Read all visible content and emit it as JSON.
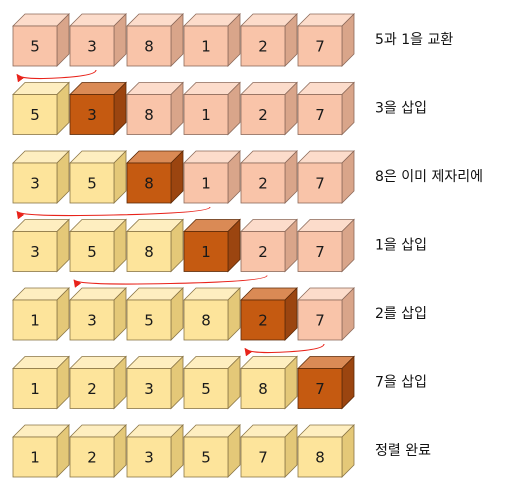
{
  "colors": {
    "sorted": {
      "front": "#fde49b",
      "top": "#feeec0",
      "side": "#e4c878",
      "stroke": "#8a7546"
    },
    "unsorted": {
      "front": "#f9c4a9",
      "top": "#fcdccb",
      "side": "#d9a58a",
      "stroke": "#8c6a5a"
    },
    "active": {
      "front": "#c55a11",
      "top": "#da8a55",
      "side": "#9b4510",
      "stroke": "#5c2a08"
    },
    "arrow": "#e8231b"
  },
  "steps": [
    {
      "label": "5과 1을 교환",
      "cubes": [
        {
          "value": "5",
          "state": "unsorted"
        },
        {
          "value": "3",
          "state": "unsorted"
        },
        {
          "value": "8",
          "state": "unsorted"
        },
        {
          "value": "1",
          "state": "unsorted"
        },
        {
          "value": "2",
          "state": "unsorted"
        },
        {
          "value": "7",
          "state": "unsorted"
        }
      ],
      "arrow": {
        "from": 1,
        "to": 0
      }
    },
    {
      "label": "3을 삽입",
      "cubes": [
        {
          "value": "5",
          "state": "sorted"
        },
        {
          "value": "3",
          "state": "active"
        },
        {
          "value": "8",
          "state": "unsorted"
        },
        {
          "value": "1",
          "state": "unsorted"
        },
        {
          "value": "2",
          "state": "unsorted"
        },
        {
          "value": "7",
          "state": "unsorted"
        }
      ],
      "arrow": null
    },
    {
      "label": "8은 이미 제자리에",
      "cubes": [
        {
          "value": "3",
          "state": "sorted"
        },
        {
          "value": "5",
          "state": "sorted"
        },
        {
          "value": "8",
          "state": "active"
        },
        {
          "value": "1",
          "state": "unsorted"
        },
        {
          "value": "2",
          "state": "unsorted"
        },
        {
          "value": "7",
          "state": "unsorted"
        }
      ],
      "arrow": {
        "from": 3,
        "to": 0
      }
    },
    {
      "label": "1을 삽입",
      "cubes": [
        {
          "value": "3",
          "state": "sorted"
        },
        {
          "value": "5",
          "state": "sorted"
        },
        {
          "value": "8",
          "state": "sorted"
        },
        {
          "value": "1",
          "state": "active"
        },
        {
          "value": "2",
          "state": "unsorted"
        },
        {
          "value": "7",
          "state": "unsorted"
        }
      ],
      "arrow": {
        "from": 4,
        "to": 1
      }
    },
    {
      "label": "2를 삽입",
      "cubes": [
        {
          "value": "1",
          "state": "sorted"
        },
        {
          "value": "3",
          "state": "sorted"
        },
        {
          "value": "5",
          "state": "sorted"
        },
        {
          "value": "8",
          "state": "sorted"
        },
        {
          "value": "2",
          "state": "active"
        },
        {
          "value": "7",
          "state": "unsorted"
        }
      ],
      "arrow": {
        "from": 5,
        "to": 4
      }
    },
    {
      "label": "7을 삽입",
      "cubes": [
        {
          "value": "1",
          "state": "sorted"
        },
        {
          "value": "2",
          "state": "sorted"
        },
        {
          "value": "3",
          "state": "sorted"
        },
        {
          "value": "5",
          "state": "sorted"
        },
        {
          "value": "8",
          "state": "sorted"
        },
        {
          "value": "7",
          "state": "active"
        }
      ],
      "arrow": null
    },
    {
      "label": "정렬 완료",
      "cubes": [
        {
          "value": "1",
          "state": "sorted"
        },
        {
          "value": "2",
          "state": "sorted"
        },
        {
          "value": "3",
          "state": "sorted"
        },
        {
          "value": "5",
          "state": "sorted"
        },
        {
          "value": "7",
          "state": "sorted"
        },
        {
          "value": "8",
          "state": "sorted"
        }
      ],
      "arrow": null
    }
  ]
}
